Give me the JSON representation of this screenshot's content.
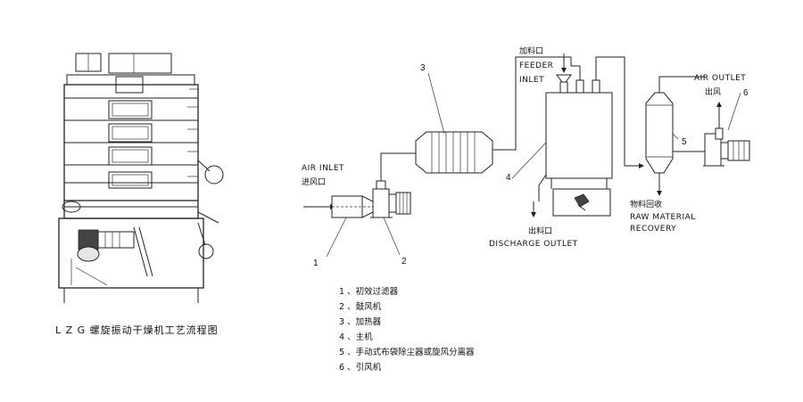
{
  "labels": {
    "air_inlet_en": "AIR INLET",
    "air_inlet_cn": "进风口",
    "feeder_cn": "加料口",
    "feeder_en1": "FEEDER",
    "feeder_en2": "INLET",
    "air_outlet_en": "AIR OUTLET",
    "air_outlet_cn": "出风",
    "discharge_cn": "出料口",
    "discharge_en": "DISCHARGE OUTLET",
    "raw_cn": "物料回收",
    "raw_en1": "RAW MATERIAL",
    "raw_en2": "RECOVERY"
  },
  "callouts": [
    "1",
    "2",
    "3",
    "4",
    "5",
    "6"
  ],
  "legend": [
    "1 、初效过滤器",
    "2 、鼓风机",
    "3 、加热器",
    "4 、主机",
    "5 、手动式布袋除尘器或旋风分离器",
    "6 、引风机"
  ],
  "title": "L Z G  螺旋振动干燥机工艺流程图"
}
